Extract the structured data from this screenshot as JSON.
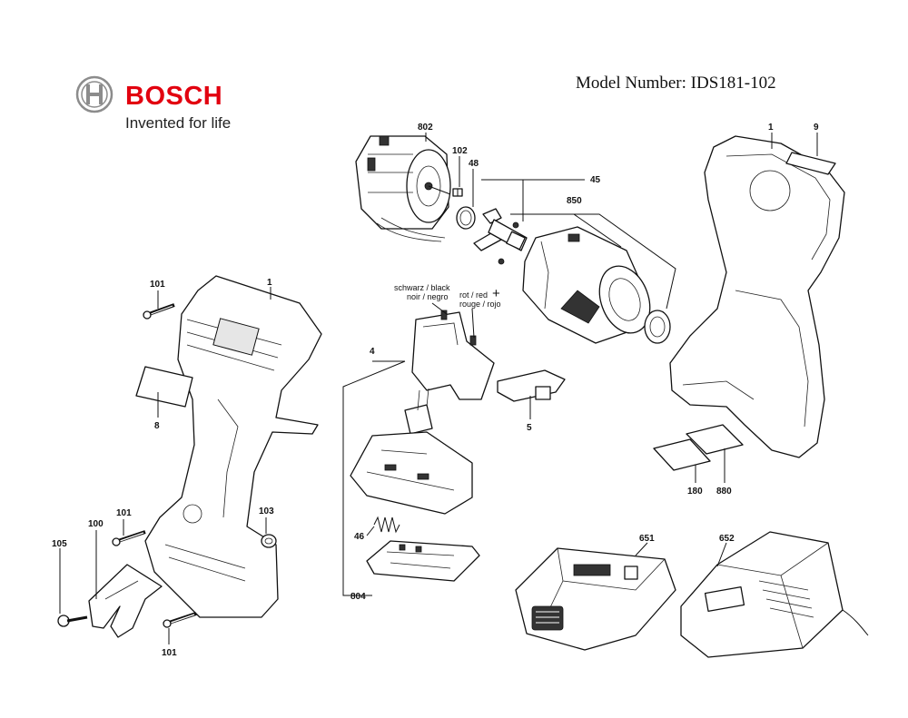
{
  "header": {
    "brand": "BOSCH",
    "tagline": "Invented for life",
    "model_number": "Model Number: IDS181-102"
  },
  "callouts": {
    "c802": "802",
    "c102": "102",
    "c48": "48",
    "c45": "45",
    "c850": "850",
    "c1_right": "1",
    "c9": "9",
    "c101_top": "101",
    "c1_left": "1",
    "c8": "8",
    "c4": "4",
    "c5": "5",
    "c180": "180",
    "c880": "880",
    "c103": "103",
    "c101_mid": "101",
    "c100": "100",
    "c105": "105",
    "c101_bottom": "101",
    "c46": "46",
    "c804": "804",
    "c651": "651",
    "c652": "652"
  },
  "wire_labels": {
    "black_line1": "schwarz / black",
    "black_line2": "noir / negro",
    "red_line1": "rot / red",
    "red_line2": "rouge / rojo",
    "plus_sign": "+"
  },
  "icons": [
    "bosch-armature-logo-icon"
  ],
  "colors": {
    "brand_red": "#e2000f",
    "line": "#111111"
  }
}
